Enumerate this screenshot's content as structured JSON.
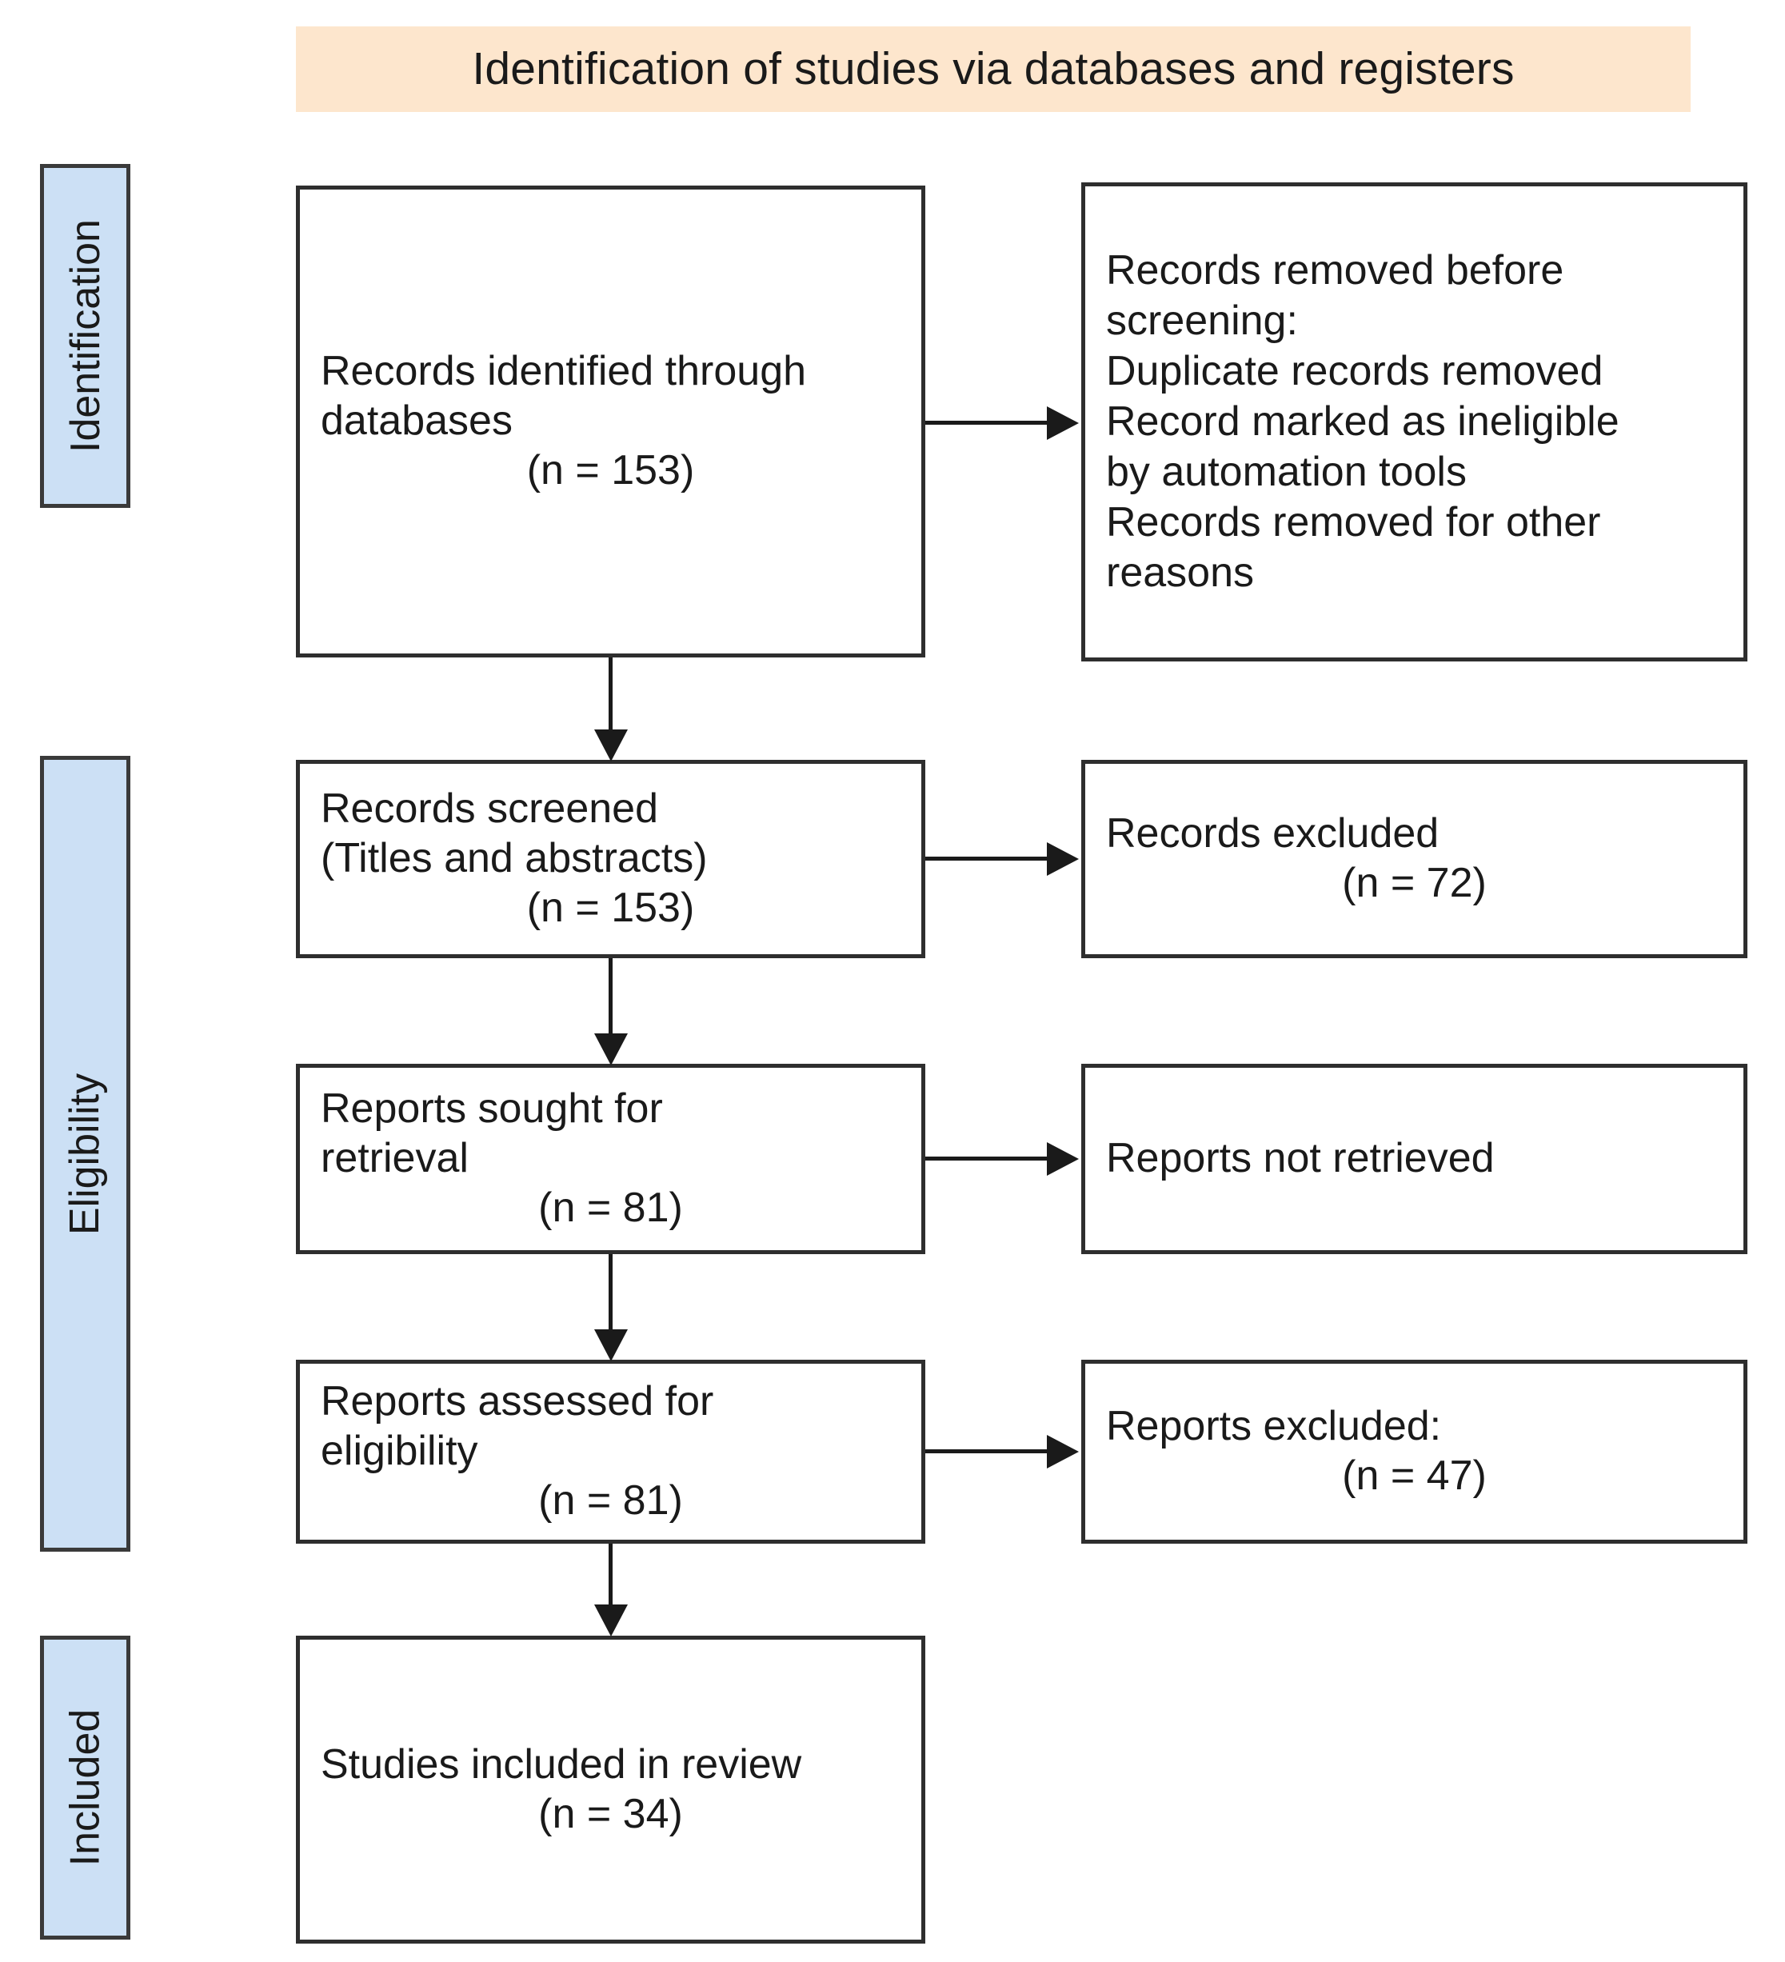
{
  "diagram": {
    "title": "Identification of studies via databases and registers",
    "colors": {
      "header_background": "#fde6cd",
      "stage_band_background": "#cce0f5",
      "box_border": "#2e2e2e",
      "text": "#1a1a1a",
      "page_background": "#ffffff"
    }
  },
  "stages": [
    {
      "id": "identification",
      "label": "Identification"
    },
    {
      "id": "eligibility",
      "label": "Eligibility"
    },
    {
      "id": "included",
      "label": "Included"
    }
  ],
  "boxes": {
    "identified": {
      "lines": [
        "Records identified through",
        "databases"
      ],
      "count": "(n = 153)"
    },
    "removed": {
      "lines": [
        "Records removed before",
        "screening:",
        "Duplicate records removed",
        "Record marked as ineligible",
        "by automation tools",
        "Records removed for other",
        "reasons"
      ]
    },
    "screened": {
      "lines": [
        "Records screened",
        "(Titles and abstracts)"
      ],
      "count": "(n = 153)"
    },
    "excluded": {
      "lines": [
        "Records excluded"
      ],
      "count": "(n = 72)"
    },
    "sought": {
      "lines": [
        "Reports sought for",
        "retrieval"
      ],
      "count": "(n = 81)"
    },
    "not_retrieved": {
      "lines": [
        "Reports not retrieved"
      ]
    },
    "assessed": {
      "lines": [
        "Reports assessed for",
        "eligibility"
      ],
      "count": "(n = 81)"
    },
    "reports_excluded": {
      "lines": [
        "Reports excluded:"
      ],
      "count": "(n = 47)"
    },
    "included": {
      "lines": [
        "Studies included in review"
      ],
      "count": "(n = 34)"
    }
  },
  "chart_data": {
    "type": "diagram",
    "title": "Identification of studies via databases and registers",
    "nodes": [
      {
        "id": "identified",
        "stage": "Identification",
        "label": "Records identified through databases",
        "n": 153
      },
      {
        "id": "removed",
        "stage": "Identification",
        "label": "Records removed before screening: Duplicate records removed; Record marked as ineligible by automation tools; Records removed for other reasons",
        "n": null
      },
      {
        "id": "screened",
        "stage": "Eligibility",
        "label": "Records screened (Titles and abstracts)",
        "n": 153
      },
      {
        "id": "excluded",
        "stage": "Eligibility",
        "label": "Records excluded",
        "n": 72
      },
      {
        "id": "sought",
        "stage": "Eligibility",
        "label": "Reports sought for retrieval",
        "n": 81
      },
      {
        "id": "not_retrieved",
        "stage": "Eligibility",
        "label": "Reports not retrieved",
        "n": null
      },
      {
        "id": "assessed",
        "stage": "Eligibility",
        "label": "Reports assessed for eligibility",
        "n": 81
      },
      {
        "id": "reports_excluded",
        "stage": "Eligibility",
        "label": "Reports excluded:",
        "n": 47
      },
      {
        "id": "included",
        "stage": "Included",
        "label": "Studies included in review",
        "n": 34
      }
    ],
    "edges": [
      {
        "from": "identified",
        "to": "removed",
        "direction": "right"
      },
      {
        "from": "identified",
        "to": "screened",
        "direction": "down"
      },
      {
        "from": "screened",
        "to": "excluded",
        "direction": "right"
      },
      {
        "from": "screened",
        "to": "sought",
        "direction": "down"
      },
      {
        "from": "sought",
        "to": "not_retrieved",
        "direction": "right"
      },
      {
        "from": "sought",
        "to": "assessed",
        "direction": "down"
      },
      {
        "from": "assessed",
        "to": "reports_excluded",
        "direction": "right"
      },
      {
        "from": "assessed",
        "to": "included",
        "direction": "down"
      }
    ]
  }
}
